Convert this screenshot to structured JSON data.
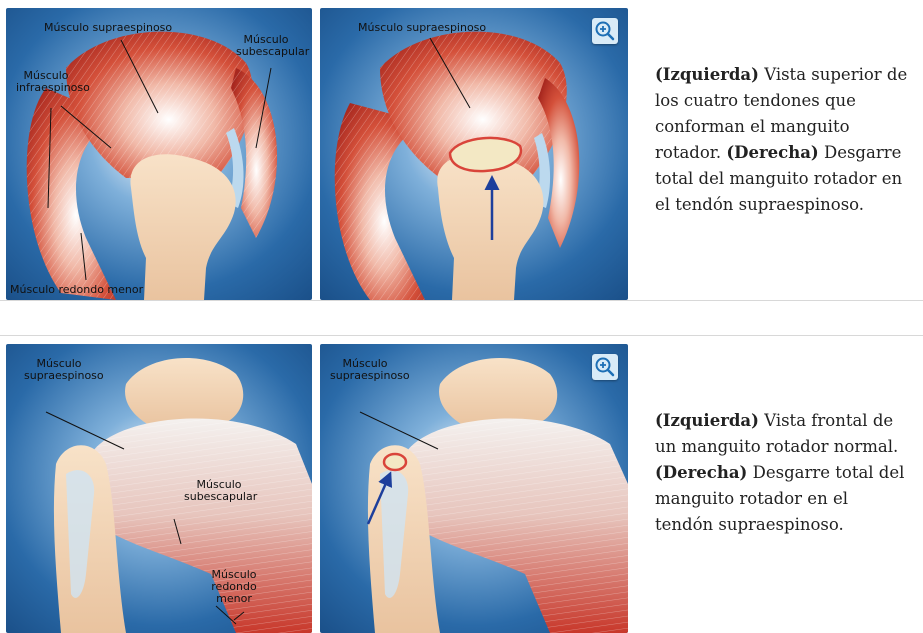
{
  "figure1": {
    "left_labels": {
      "supraespinoso": "Músculo supraespinoso",
      "subescapular": "Músculo subescapular",
      "infraespinoso": "Músculo infraespinoso",
      "redondo_menor": "Músculo redondo menor"
    },
    "right_labels": {
      "supraespinoso": "Músculo supraespinoso"
    },
    "zoom_icon": "zoom-in-icon",
    "caption": {
      "left_tag": "(Izquierda)",
      "left_text": "Vista superior de los cuatro tendones que conforman el manguito rotador.",
      "right_tag": "(Derecha)",
      "right_text": "Desgarre total del manguito rotador en el tendón supraespinoso."
    }
  },
  "figure2": {
    "left_labels": {
      "supraespinoso": "Músculo supraespinoso",
      "subescapular": "Músculo subescapular",
      "redondo_menor": "Músculo redondo menor"
    },
    "right_labels": {
      "supraespinoso": "Músculo supraespinoso"
    },
    "zoom_icon": "zoom-in-icon",
    "caption": {
      "left_tag": "(Izquierda)",
      "left_text": "Vista frontal de un manguito rotador normal.",
      "right_tag": "(Derecha)",
      "right_text": "Desgarre total del manguito rotador en el tendón supraespinoso."
    }
  },
  "colors": {
    "background_blue": "#1f5a96",
    "muscle_red": "#c8372a",
    "bone": "#f3d4b2",
    "arrow_blue": "#1d3f9c"
  }
}
